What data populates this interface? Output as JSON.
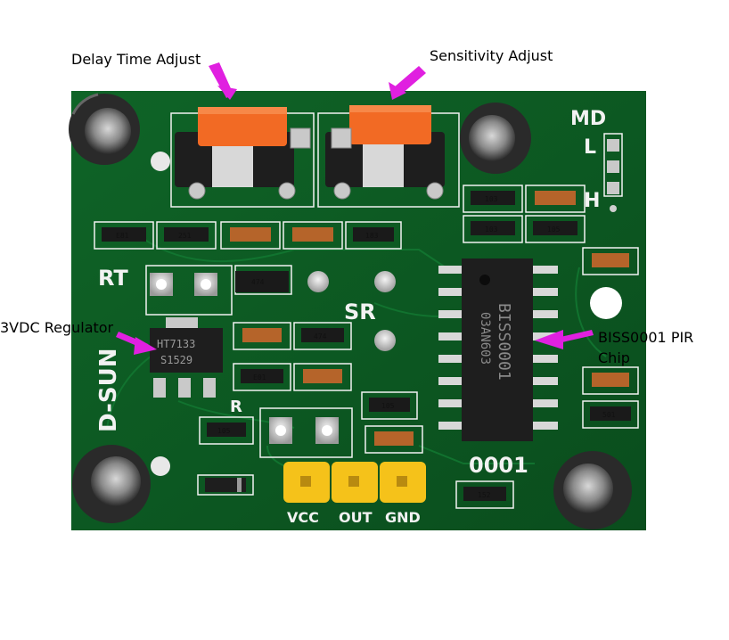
{
  "labels": {
    "delay_time_adjust": "Delay Time Adjust",
    "sensitivity_adjust": "Sensitivity Adjust",
    "regulator": "3VDC Regulator",
    "pir_chip_line1": "BISS0001 PIR",
    "pir_chip_line2": "Chip"
  },
  "board": {
    "md": "MD",
    "l": "L",
    "h": "H",
    "rt": "RT",
    "sr": "SR",
    "brand": "D-SUN",
    "r": "R",
    "ver": "0001",
    "chip_line1": "BISS0001",
    "chip_line2": "03AN603",
    "reg_line1": "HT7133",
    "reg_line2": "S1529",
    "pins": {
      "vcc": "VCC",
      "out": "OUT",
      "gnd": "GND"
    },
    "smd": {
      "r1": "E81",
      "r2": "251",
      "r3": "183",
      "r4": "103",
      "r5": "474",
      "r6": "105",
      "r7": "E01",
      "r8": "474",
      "r9": "105",
      "r10": "105",
      "r11": "501",
      "r12": "152",
      "r13": "103"
    }
  },
  "colors": {
    "pcb": "#0d5a22",
    "silk": "#f2f2f2",
    "pot": "#f26a24",
    "arrow": "#e020e0",
    "header": "#f5c21a",
    "chip": "#1e1e1e"
  }
}
